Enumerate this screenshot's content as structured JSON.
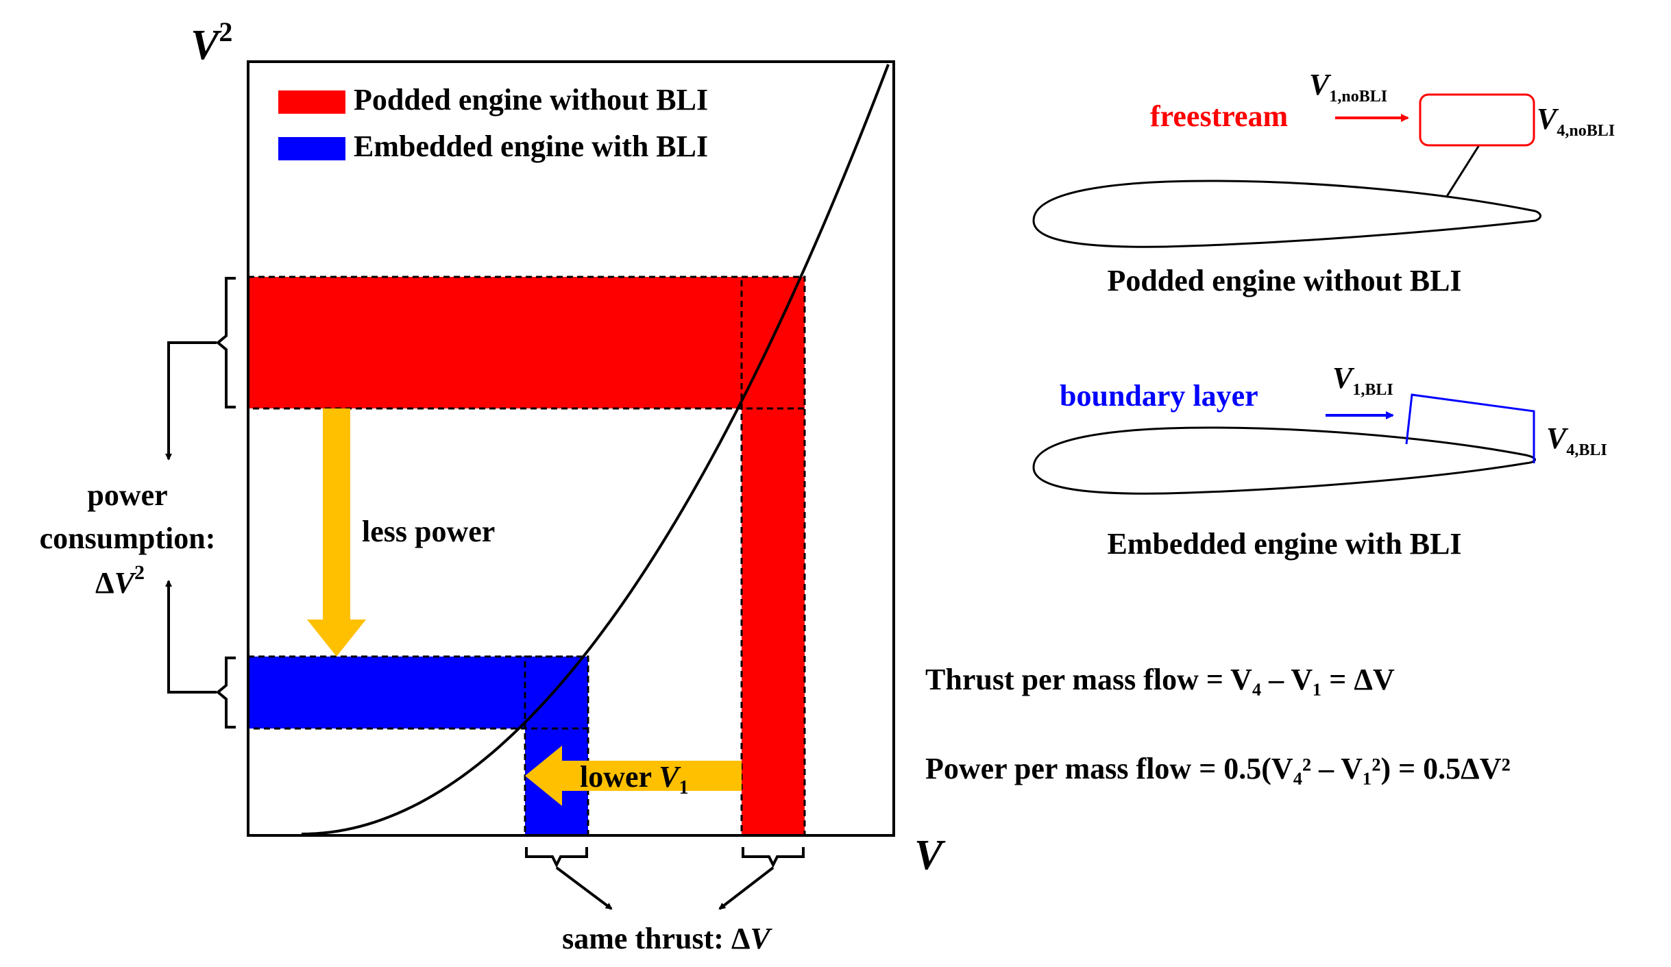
{
  "colors": {
    "podded": "#ff0000",
    "embedded": "#0000ff",
    "arrow_orange": "#ffc000",
    "black": "#000000"
  },
  "plot": {
    "y_axis_symbol": "V",
    "y_axis_exp": "2",
    "x_axis_symbol": "V",
    "curve": "y = x^2"
  },
  "legend": {
    "podded_label": "Podded engine without BLI",
    "embedded_label": "Embedded engine with BLI"
  },
  "annotations": {
    "less_power": "less power",
    "lower_v1_prefix": "lower ",
    "lower_v1_symbol": "V",
    "lower_v1_sub": "1",
    "power_line1": "power",
    "power_line2": "consumption:",
    "power_line3_prefix": "Δ",
    "power_line3_symbol": "V",
    "power_line3_exp": "2",
    "same_thrust_prefix": "same thrust: Δ",
    "same_thrust_symbol": "V"
  },
  "podded_diagram": {
    "flow_label": "freestream",
    "v_in_symbol": "V",
    "v_in_sub": "1,noBLI",
    "v_out_symbol": "V",
    "v_out_sub": "4,noBLI",
    "caption": "Podded engine without BLI"
  },
  "bli_diagram": {
    "flow_label": "boundary layer",
    "v_in_symbol": "V",
    "v_in_sub": "1,BLI",
    "v_out_symbol": "V",
    "v_out_sub": "4,BLI",
    "caption": "Embedded engine with BLI"
  },
  "equations": {
    "thrust": "Thrust per mass flow = V₄ – V₁ = ΔV",
    "power": "Power per mass flow = 0.5(V₄² – V₁²) = 0.5ΔV²"
  }
}
